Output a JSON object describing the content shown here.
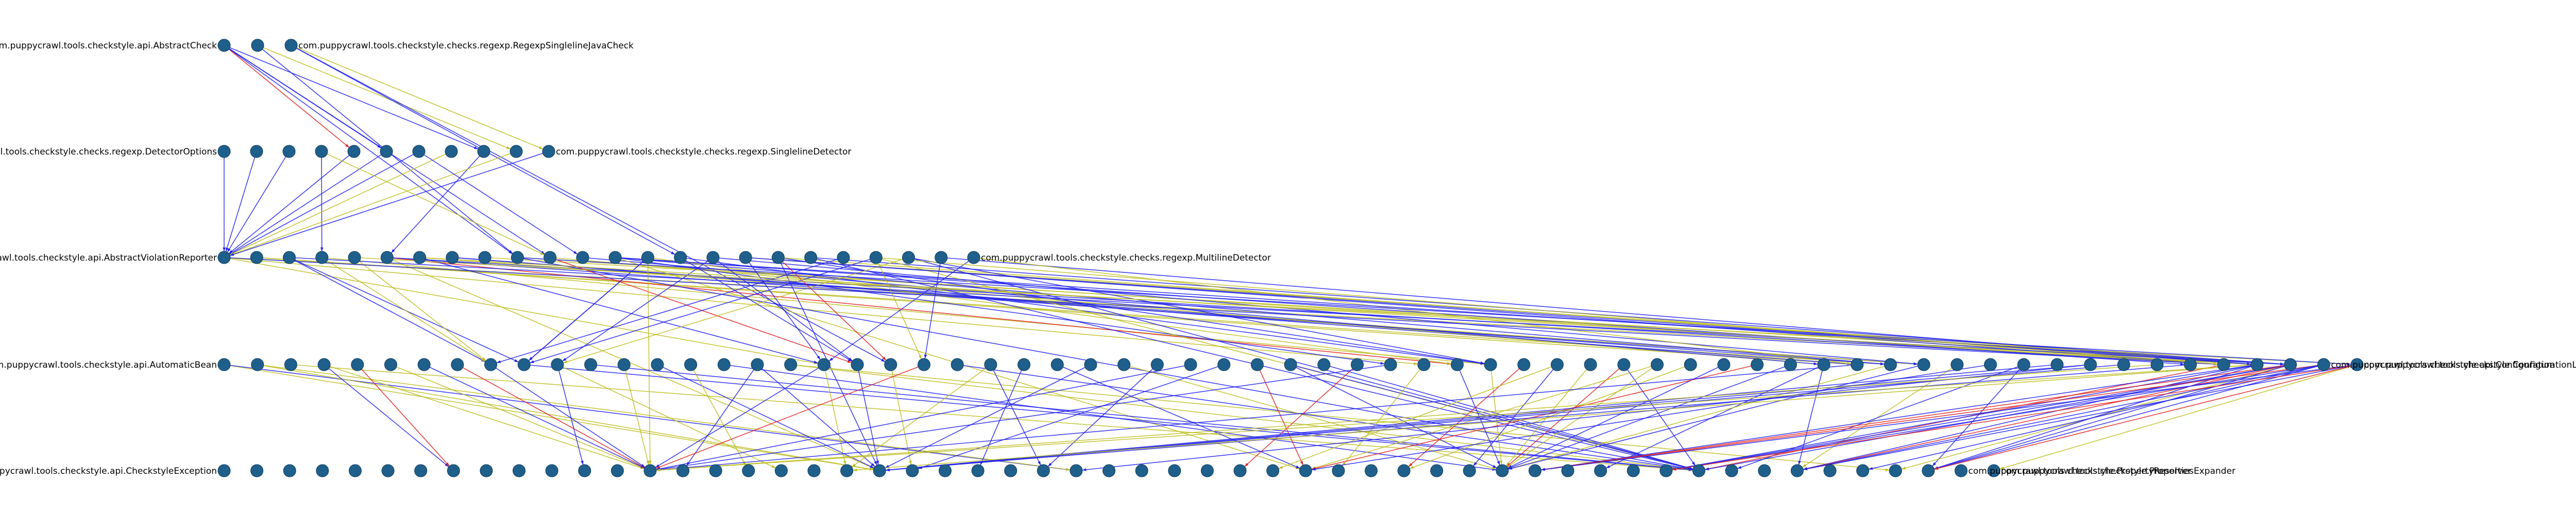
{
  "diagram": {
    "type": "layered-dependency-graph",
    "colors": {
      "node": "#1f5f8b",
      "node_edge": "#0e3c5c",
      "edge_blue": "#2020ee",
      "edge_yellow": "#bcbc1e",
      "edge_red": "#e02020",
      "label": "#000000"
    },
    "layers": [
      {
        "id": "layer-0",
        "labels": [
          {
            "text": "com.puppycrawl.tools.checkstyle.api.AbstractCheck",
            "node": 0
          },
          {
            "text": "com.puppycrawl.tools.checkstyle.checks.regexp.RegexpSinglelineJavaCheck",
            "node": 2
          }
        ],
        "node_count": 3
      },
      {
        "id": "layer-1",
        "labels": [
          {
            "text": "com.puppycrawl.tools.checkstyle.checks.regexp.DetectorOptions",
            "node": 0
          },
          {
            "text": "com.puppycrawl.tools.checkstyle.checks.regexp.SinglelineDetector",
            "node": 10
          }
        ],
        "node_count": 11
      },
      {
        "id": "layer-2",
        "labels": [
          {
            "text": "com.puppycrawl.tools.checkstyle.api.AbstractViolationReporter",
            "node": 0
          },
          {
            "text": "com.puppycrawl.tools.checkstyle.checks.regexp.MultilineDetector",
            "node": 23
          }
        ],
        "node_count": 24
      },
      {
        "id": "layer-3",
        "labels": [
          {
            "text": "com.puppycrawl.tools.checkstyle.api.AutomaticBean",
            "node": 0
          },
          {
            "text": "com.puppycrawl.tools.checkstyle.api.Configuration",
            "node": 63
          },
          {
            "text": "com.puppycrawl.tools.checkstyle.ConfigurationLoader",
            "node": 64
          }
        ],
        "node_count": 65
      },
      {
        "id": "layer-4",
        "labels": [
          {
            "text": "com.puppycrawl.tools.checkstyle.api.CheckstyleException",
            "node": 0
          },
          {
            "text": "com.puppycrawl.tools.checkstyle.PropertyResolver",
            "node": 53
          },
          {
            "text": "com.puppycrawl.tools.checkstyle.PropertiesExpander",
            "node": 54
          }
        ],
        "node_count": 55
      }
    ]
  }
}
